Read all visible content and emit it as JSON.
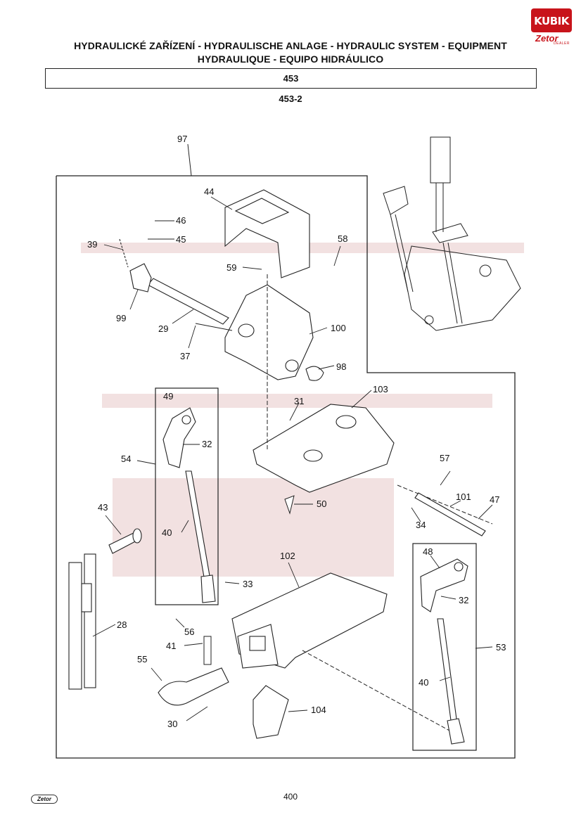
{
  "header": {
    "title_line1": "HYDRAULICKÉ ZAŘÍZENÍ - HYDRAULISCHE ANLAGE - HYDRAULIC SYSTEM - EQUIPMENT",
    "title_line2": "HYDRAULIQUE - EQUIPO HIDRÁULICO",
    "group": "453",
    "subgroup": "453-2"
  },
  "logo": {
    "brand": "KUBIK",
    "sub": "Zetor",
    "tag": "DEALER"
  },
  "footer": {
    "page": "400",
    "logo": "Zetor"
  },
  "parts": {
    "p97": "97",
    "p44": "44",
    "p46": "46",
    "p45": "45",
    "p39": "39",
    "p58": "58",
    "p59": "59",
    "p99": "99",
    "p29": "29",
    "p100": "100",
    "p37": "37",
    "p98": "98",
    "p103": "103",
    "p49": "49",
    "p31": "31",
    "p32a": "32",
    "p54": "54",
    "p43": "43",
    "p40a": "40",
    "p50": "50",
    "p57": "57",
    "p101": "101",
    "p47": "47",
    "p34": "34",
    "p102": "102",
    "p48": "48",
    "p33": "33",
    "p32b": "32",
    "p28": "28",
    "p56": "56",
    "p53": "53",
    "p41": "41",
    "p55": "55",
    "p40b": "40",
    "p104": "104",
    "p30": "30"
  }
}
